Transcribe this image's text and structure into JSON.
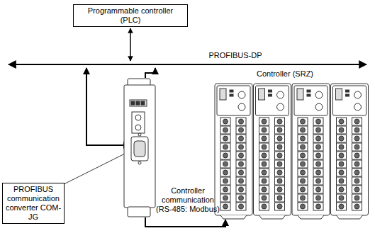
{
  "diagram": {
    "nodes": [
      {
        "text": [
          "Programmable controller (PLC)"
        ]
      },
      {
        "text": [
          "PROFIBUS communication converter COM-JG"
        ]
      }
    ],
    "labels": [
      "PROFIBUS-DP",
      "Controller (SRZ)",
      "Controller communication (RS-485: Modbus)"
    ]
  }
}
